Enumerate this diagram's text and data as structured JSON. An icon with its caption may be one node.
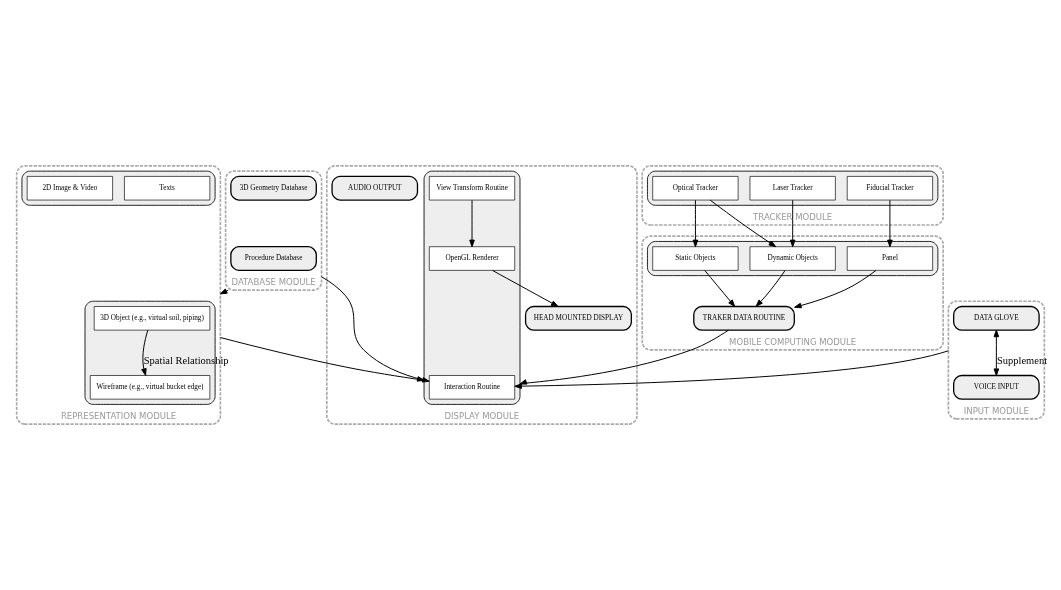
{
  "diagram": {
    "nodes": [
      {
        "text": [
          "REPRESENTATION MODULE"
        ]
      },
      {
        "text": [],
        "shape": "box",
        "in": 0
      },
      {
        "text": [
          "3D Object (e.g., virtual soil, piping)"
        ],
        "in": 1
      },
      {
        "text": [
          "Wireframe (e.g., virtual bucket edge)"
        ],
        "in": 1
      },
      {
        "text": [],
        "shape": "box",
        "in": 0
      },
      {
        "text": [
          "Texts"
        ],
        "in": 4
      },
      {
        "text": [
          "2D Image & Video"
        ],
        "in": 4
      },
      {
        "text": [
          "DISPLAY MODULE"
        ]
      },
      {
        "text": [
          "AUDIO OUTPUT"
        ],
        "in": 7
      },
      {
        "text": [
          "HEAD MOUNTED DISPLAY"
        ],
        "in": 7
      },
      {
        "text": [],
        "shape": "box",
        "in": 7
      },
      {
        "text": [
          "Interaction Routine"
        ],
        "in": 10
      },
      {
        "text": [
          "OpenGL Renderer"
        ],
        "in": 10
      },
      {
        "text": [
          "View Transform Routine"
        ],
        "in": 10
      },
      {
        "text": [
          "INPUT MODULE"
        ]
      },
      {
        "text": [
          "DATA GLOVE"
        ],
        "in": 14
      },
      {
        "text": [
          "VOICE INPUT"
        ],
        "in": 14
      },
      {
        "text": [
          "DATABASE MODULE"
        ]
      },
      {
        "text": [
          "Procedure Database"
        ],
        "in": 17
      },
      {
        "text": [
          "3D Geometry Database"
        ],
        "in": 17
      },
      {
        "text": [
          "MOBILE COMPUTING MODULE"
        ]
      },
      {
        "text": [
          "TRAKER DATA ROUTINE"
        ],
        "in": 20
      },
      {
        "text": [],
        "shape": "box",
        "in": 20
      },
      {
        "text": [
          "Panel"
        ],
        "in": 22
      },
      {
        "text": [
          "Static Objects"
        ],
        "in": 22
      },
      {
        "text": [
          "Dynamic Objects"
        ],
        "in": 22
      },
      {
        "text": [
          "TRACKER MODULE"
        ]
      },
      {
        "text": [],
        "shape": "box",
        "in": 26
      },
      {
        "text": [
          "Fiducial Tracker"
        ],
        "in": 27
      },
      {
        "text": [
          "Optical Tracker"
        ],
        "in": 27
      },
      {
        "text": [
          "Laser Tracker"
        ],
        "in": 27
      }
    ],
    "edges": [
      {
        "from": 2,
        "to": 3,
        "arrow": "to",
        "label": "Spatial Relationship"
      },
      {
        "from": 15,
        "to": 16,
        "arrow": "both",
        "label": "Supplement"
      },
      {
        "from": 17,
        "to": 0,
        "arrow": "to"
      },
      {
        "from": 17,
        "to": 11,
        "arrow": "to"
      },
      {
        "from": 0,
        "to": 10,
        "arrow": "to"
      },
      {
        "from": 14,
        "to": 11,
        "arrow": "to"
      },
      {
        "from": 12,
        "to": 9,
        "arrow": "to"
      },
      {
        "from": 13,
        "to": 12,
        "arrow": "to"
      },
      {
        "from": 21,
        "to": 10,
        "arrow": "to"
      },
      {
        "from": 23,
        "to": 21,
        "arrow": "to"
      },
      {
        "from": 24,
        "to": 21,
        "arrow": "to"
      },
      {
        "from": 25,
        "to": 21,
        "arrow": "to"
      },
      {
        "from": 28,
        "to": 23,
        "arrow": "to"
      },
      {
        "from": 29,
        "to": 24,
        "arrow": "to"
      },
      {
        "from": 29,
        "to": 25,
        "arrow": "to"
      },
      {
        "from": 30,
        "to": 25,
        "arrow": "to"
      }
    ]
  }
}
